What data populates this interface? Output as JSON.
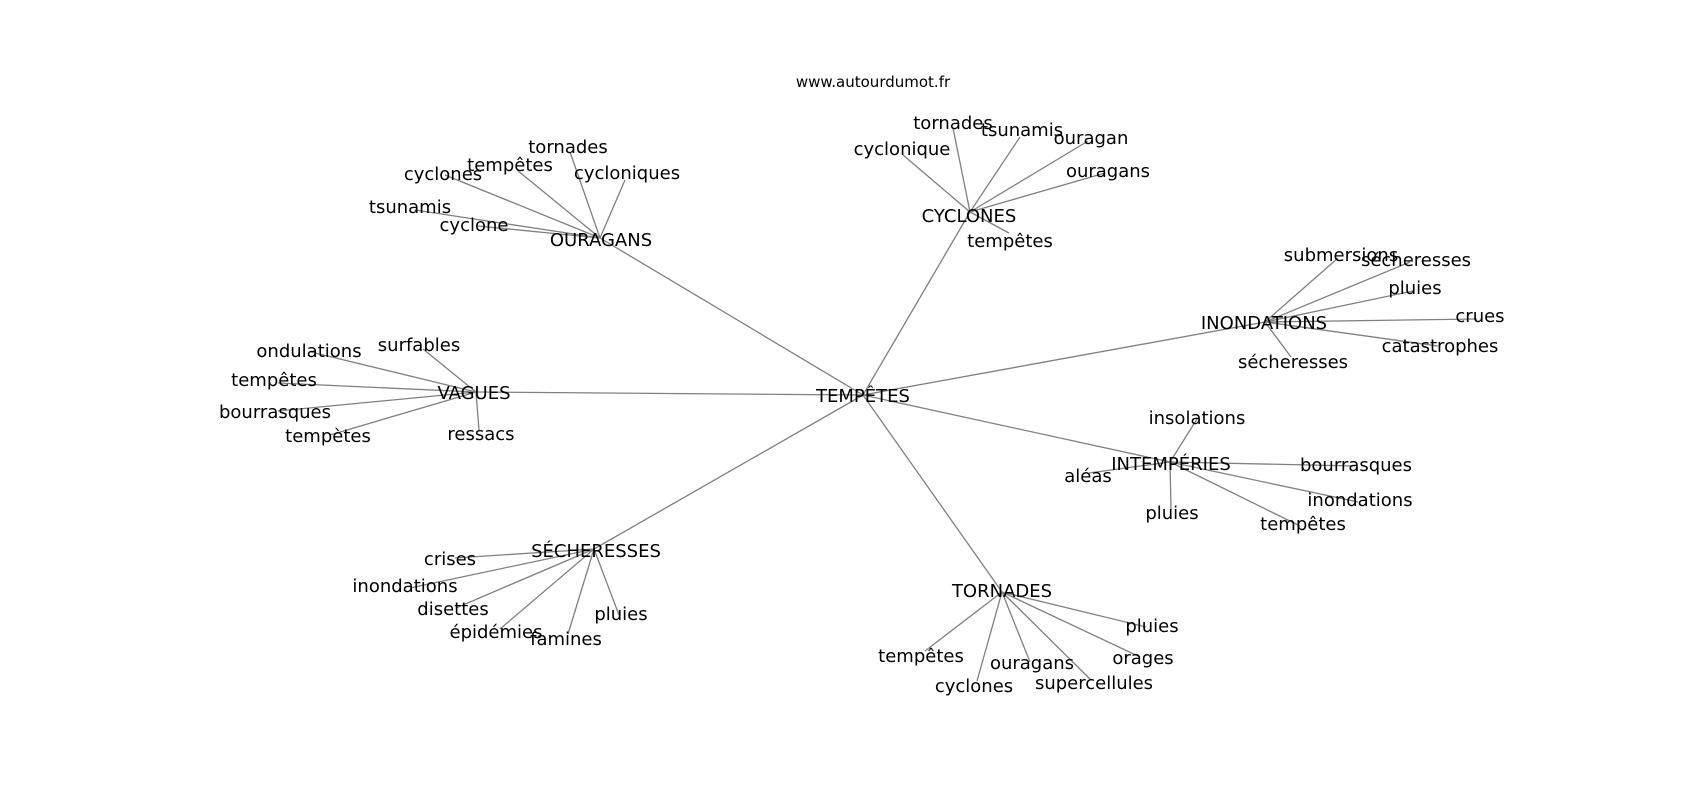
{
  "source": "www.autourdumot.fr",
  "center": {
    "id": "root",
    "label": "TEMPÊTES"
  },
  "clusters": [
    {
      "id": "ouragans",
      "label": "OURAGANS",
      "children": [
        "tornades",
        "tempêtes",
        "cycloniques",
        "cyclones",
        "tsunamis",
        "cyclone"
      ]
    },
    {
      "id": "cyclones",
      "label": "CYCLONES",
      "children": [
        "tornades",
        "tsunamis",
        "ouragan",
        "cyclonique",
        "ouragans",
        "tempêtes"
      ]
    },
    {
      "id": "inondations",
      "label": "INONDATIONS",
      "children": [
        "submersions",
        "sécheresses",
        "pluies",
        "crues",
        "catastrophes",
        "sécheresses"
      ]
    },
    {
      "id": "vagues",
      "label": "VAGUES",
      "children": [
        "ondulations",
        "surfables",
        "tempêtes",
        "bourrasques",
        "tempètes",
        "ressacs"
      ]
    },
    {
      "id": "intemperies",
      "label": "INTEMPÉRIES",
      "children": [
        "insolations",
        "bourrasques",
        "aléas",
        "inondations",
        "pluies",
        "tempêtes"
      ]
    },
    {
      "id": "secheresses",
      "label": "SÉCHERESSES",
      "children": [
        "crises",
        "inondations",
        "disettes",
        "épidémies",
        "pluies",
        "famines"
      ]
    },
    {
      "id": "tornades",
      "label": "TORNADES",
      "children": [
        "pluies",
        "tempêtes",
        "ouragans",
        "orages",
        "cyclones",
        "supercellules"
      ]
    }
  ]
}
